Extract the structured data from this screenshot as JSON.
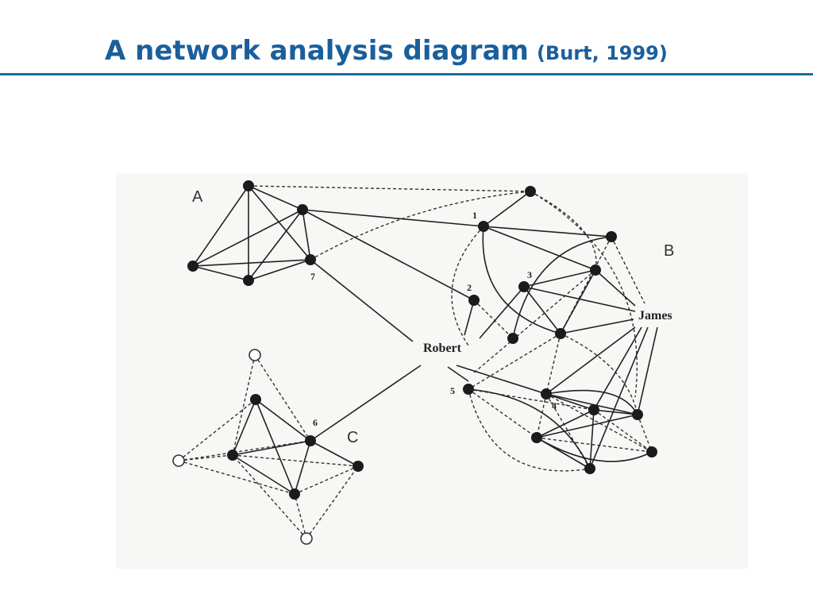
{
  "slide": {
    "title": "A network analysis diagram",
    "citation": "(Burt, 1999)"
  },
  "diagram": {
    "group_labels": [
      "A",
      "B",
      "C"
    ],
    "person_labels": [
      "Robert",
      "James"
    ],
    "node_numbers": [
      "1",
      "2",
      "3",
      "4",
      "5",
      "6",
      "7"
    ]
  },
  "colors": {
    "title": "#1a5f9c",
    "rule": "#1a6e99"
  }
}
